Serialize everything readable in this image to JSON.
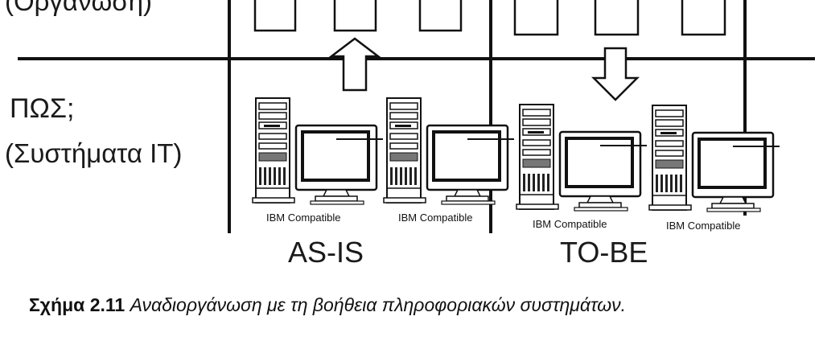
{
  "labels": {
    "row_top": "(Οργάνωση)",
    "row_how": "ΠΩΣ;",
    "row_how_sub": "(Συστήματα IT)",
    "as_is": "AS-IS",
    "to_be": "TO-BE"
  },
  "computers": [
    {
      "caption": "IBM Compatible"
    },
    {
      "caption": "IBM Compatible"
    },
    {
      "caption": "IBM Compatible"
    },
    {
      "caption": "IBM Compatible"
    }
  ],
  "figure_caption": {
    "number": "Σχήμα 2.11",
    "text": "Αναδιοργάνωση με τη βοήθεια πληροφοριακών συστημάτων."
  },
  "icons": {
    "arrow_as_is": "arrow-up-icon",
    "arrow_to_be": "arrow-down-icon",
    "computer": "desktop-computer-icon"
  }
}
